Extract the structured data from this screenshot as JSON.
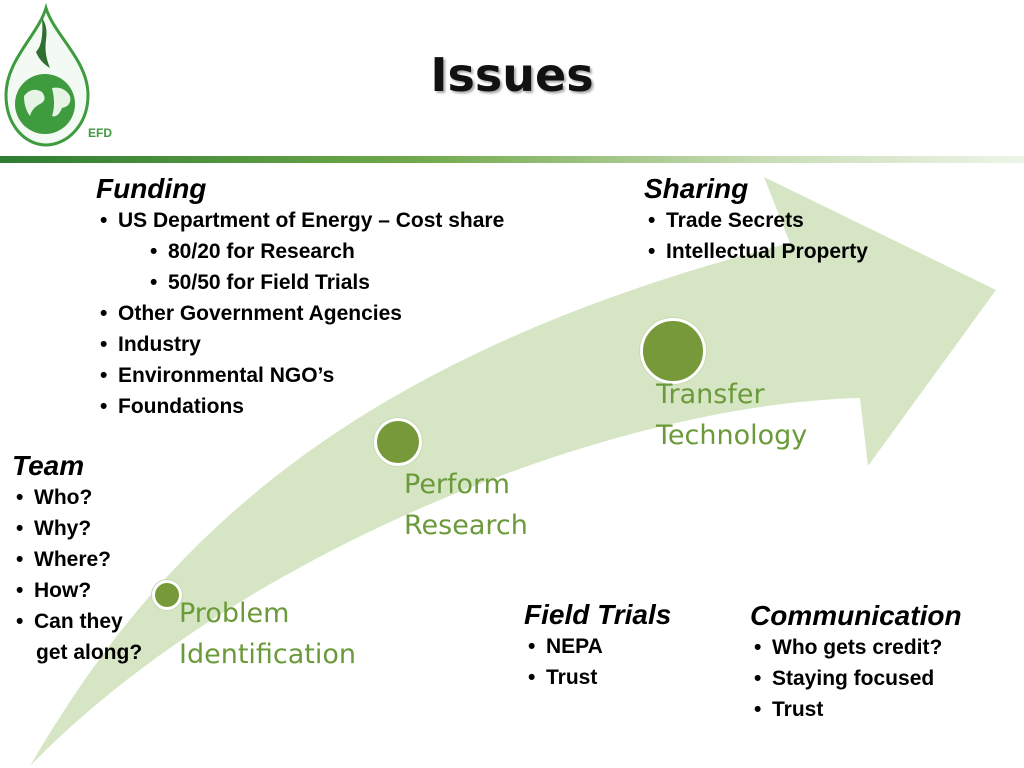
{
  "title": "Issues",
  "logo": {
    "text": "EFD"
  },
  "funding": {
    "heading": "Funding",
    "items": [
      "US Department of Energy – Cost share",
      "80/20 for Research",
      "50/50 for Field Trials",
      "Other Government Agencies",
      "Industry",
      "Environmental NGO’s",
      "Foundations"
    ]
  },
  "sharing": {
    "heading": "Sharing",
    "items": [
      "Trade Secrets",
      "Intellectual Property"
    ]
  },
  "team": {
    "heading": "Team",
    "items": [
      "Who?",
      "Why?",
      "Where?",
      "How?",
      "Can they",
      "get along?"
    ]
  },
  "field_trials": {
    "heading": "Field Trials",
    "items": [
      "NEPA",
      "Trust"
    ]
  },
  "communication": {
    "heading": "Communication",
    "items": [
      "Who gets credit?",
      "Staying focused",
      "Trust"
    ]
  },
  "stages": {
    "problem": [
      "Problem",
      "Identification"
    ],
    "perform": [
      "Perform",
      "Research"
    ],
    "transfer": [
      "Transfer",
      "Technology"
    ]
  },
  "colors": {
    "arrow": "#d6e6c4",
    "accent": "#77993a",
    "stage_text": "#6b9a3a",
    "logo_green": "#3e9b3e"
  }
}
